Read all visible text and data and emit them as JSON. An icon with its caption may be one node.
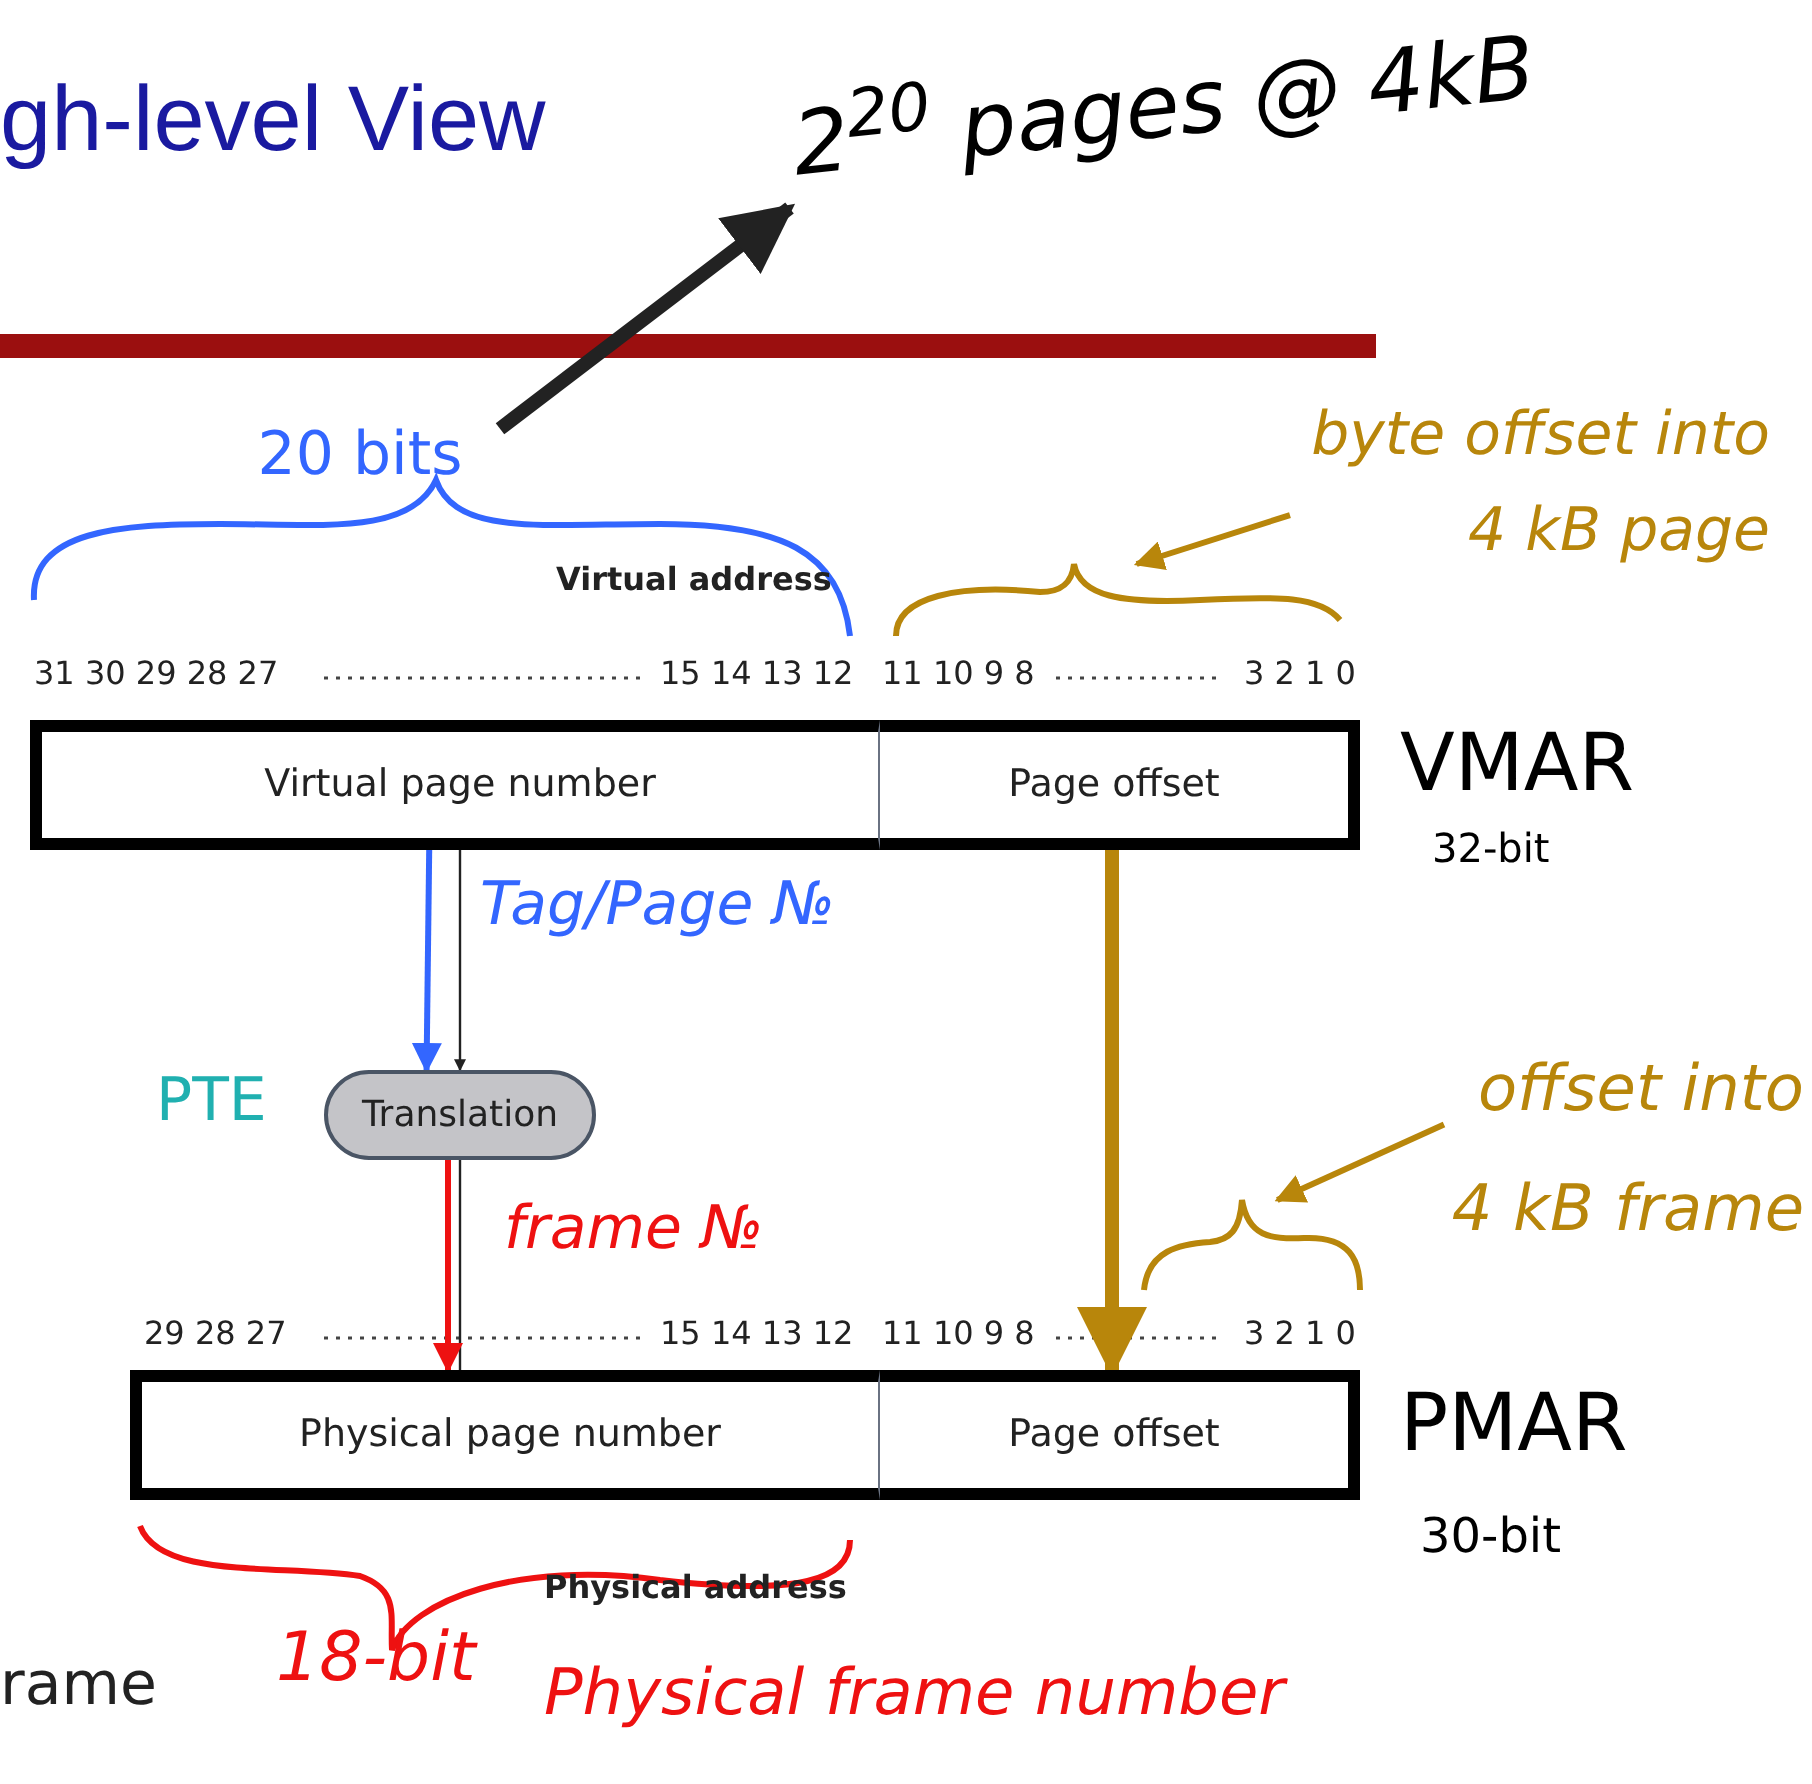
{
  "diagram": {
    "title": "gh-level View",
    "nodes": [
      {
        "text": [
          "Virtual page number"
        ]
      },
      {
        "text": [
          "Page offset"
        ]
      },
      {
        "text": [
          "Translation"
        ],
        "beside": [
          "PTE"
        ]
      },
      {
        "text": [
          "Physical page number"
        ]
      },
      {
        "text": [
          "Page offset"
        ]
      },
      {
        "text": [
          "2$^{20}$ pages @ 4kB"
        ]
      },
      {
        "text": [
          "20 bits"
        ]
      },
      {
        "text": [
          "byte offset into 4 kB page"
        ]
      },
      {
        "text": [
          "offset into 4 kB frame"
        ]
      },
      {
        "text": [],
        "shape": "brace"
      },
      {
        "text": [],
        "shape": "brace"
      }
    ],
    "edges": [
      {
        "from": 0,
        "to": 2,
        "arrow": "to"
      },
      {
        "from": 0,
        "to": 2,
        "arrow": "to",
        "label": "Tag/Page №",
        "color": "#3366ff"
      },
      {
        "from": 2,
        "to": 3,
        "arrow": "none"
      },
      {
        "from": 2,
        "to": 3,
        "arrow": "to",
        "label": "frame №",
        "color": "#ee1111"
      },
      {
        "from": 1,
        "to": 4,
        "arrow": "to",
        "color": "#b8860b",
        "style": "thick"
      },
      {
        "from": 6,
        "to": 5,
        "arrow": "to",
        "style": "thick"
      },
      {
        "from": 7,
        "to": 9,
        "arrow": "to",
        "color": "#b8860b"
      },
      {
        "from": 8,
        "to": 10,
        "arrow": "to",
        "color": "#b8860b"
      }
    ],
    "labels": [
      "Virtual address",
      "31 30 29 28 27",
      "15 14 13 12",
      "11 10 9 8",
      "3 2 1 0",
      "VMAR",
      "32-bit",
      "29 28 27",
      "15 14 13 12",
      "11 10 9 8",
      "3 2 1 0",
      "PMAR",
      "30-bit",
      "Physical address",
      "18-bit",
      "Physical frame number",
      "rame"
    ]
  }
}
